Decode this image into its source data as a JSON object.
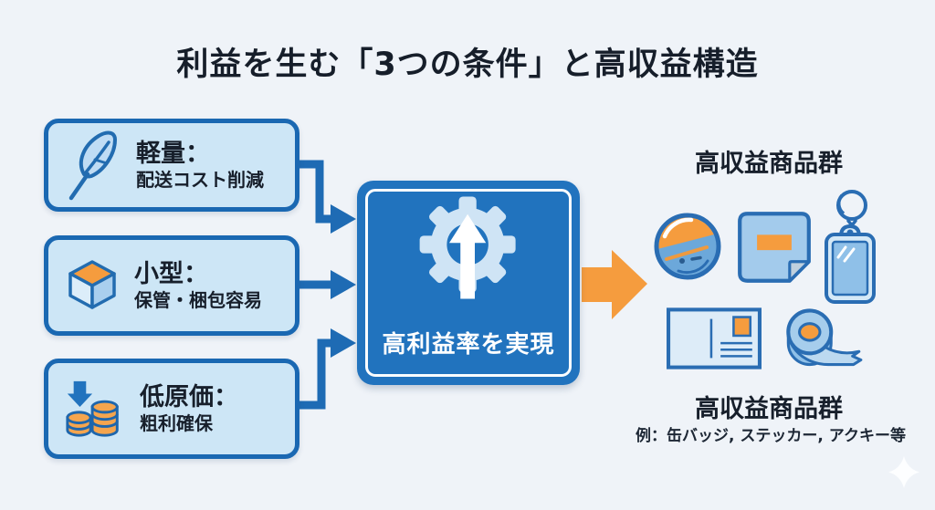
{
  "title": "利益を生む「3つの条件」と高収益構造",
  "conditions": [
    {
      "icon": "feather-icon",
      "title": "軽量：",
      "subtitle": "配送コスト削減"
    },
    {
      "icon": "cube-icon",
      "title": "小型：",
      "subtitle": "保管・梱包容易"
    },
    {
      "icon": "coins-down-arrow-icon",
      "title": "低原価：",
      "subtitle": "粗利確保"
    }
  ],
  "center": {
    "icon": "gear-up-arrow-icon",
    "label": "高利益率を実現"
  },
  "products": {
    "top_label": "高収益商品群",
    "item_icons": [
      "can-badge-icon",
      "sticker-icon",
      "acrylic-keychain-icon",
      "postcard-icon",
      "tape-icon"
    ],
    "bottom_label": "高収益商品群",
    "examples": "例：缶バッジ, ステッカー, アクキー等"
  },
  "colors": {
    "background": "#eff3f8",
    "box_fill": "#cde6f6",
    "box_border": "#1a68b2",
    "center_blue": "#2173be",
    "connector_blue": "#1e6bb4",
    "accent_orange": "#f59c3e",
    "text_dark": "#171f2b"
  }
}
